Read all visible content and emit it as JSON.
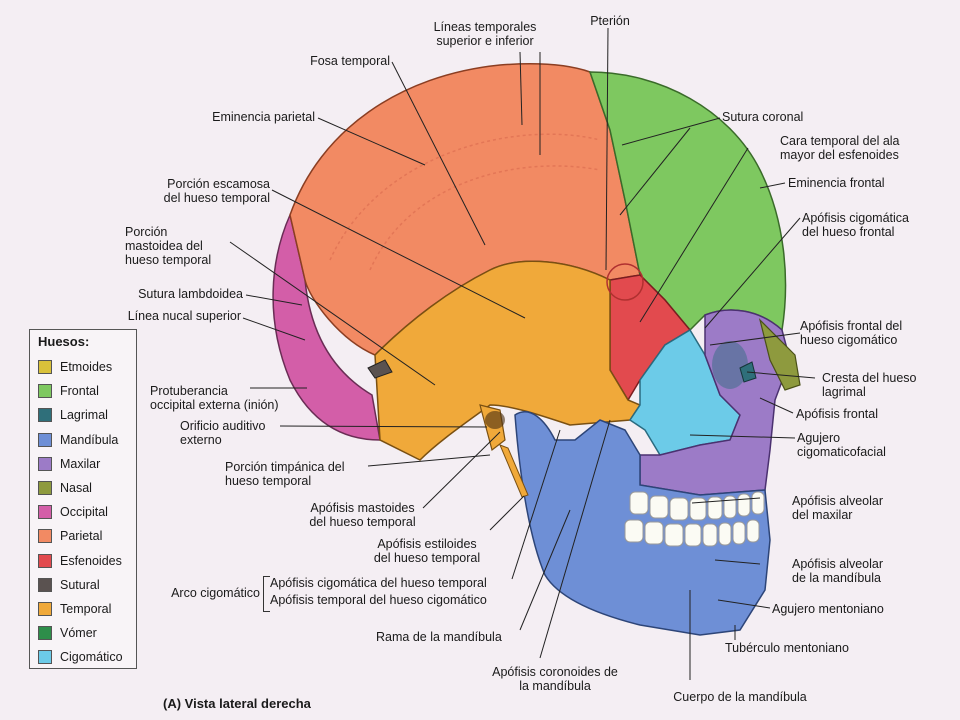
{
  "caption": "(A) Vista lateral derecha",
  "legend": {
    "title": "Huesos:",
    "items": [
      {
        "label": "Etmoides",
        "color": "#d9c13a"
      },
      {
        "label": "Frontal",
        "color": "#7ec860"
      },
      {
        "label": "Lagrimal",
        "color": "#2f6f7a"
      },
      {
        "label": "Mandíbula",
        "color": "#6e8fd6"
      },
      {
        "label": "Maxilar",
        "color": "#9c7bc7"
      },
      {
        "label": "Nasal",
        "color": "#8e9a3e"
      },
      {
        "label": "Occipital",
        "color": "#d35ea8"
      },
      {
        "label": "Parietal",
        "color": "#f28a63"
      },
      {
        "label": "Esfenoides",
        "color": "#e24a4e"
      },
      {
        "label": "Sutural",
        "color": "#5a5250"
      },
      {
        "label": "Temporal",
        "color": "#f0a93a"
      },
      {
        "label": "Vómer",
        "color": "#2e8e4a"
      },
      {
        "label": "Cigomático",
        "color": "#6ccbe8"
      }
    ]
  },
  "labels": {
    "lineas_temporales": "Líneas temporales\nsuperior e inferior",
    "pterion": "Pterión",
    "fosa_temporal": "Fosa temporal",
    "eminencia_parietal": "Eminencia parietal",
    "sutura_coronal": "Sutura coronal",
    "cara_temporal": "Cara temporal del ala\nmayor del esfenoides",
    "eminencia_frontal": "Eminencia frontal",
    "porcion_escamosa": "Porción escamosa\ndel hueso temporal",
    "apofisis_cig_frontal": "Apófisis cigomática\ndel hueso frontal",
    "porcion_mastoidea": "Porción\nmastoidea del\nhueso temporal",
    "sutura_lambdoidea": "Sutura lambdoidea",
    "linea_nucal": "Línea nucal superior",
    "apofisis_frontal_cig": "Apófisis frontal del\nhueso cigomático",
    "cresta_lagrimal": "Cresta del hueso\nlagrimal",
    "protuberancia": "Protuberancia\noccipital externa (inión)",
    "apofisis_frontal": "Apófisis frontal",
    "orificio_auditivo": "Orificio auditivo\nexterno",
    "agujero_cig": "Agujero\ncigomaticofacial",
    "porcion_timpanica": "Porción timpánica del\nhueso temporal",
    "apofisis_mastoides": "Apófisis mastoides\ndel hueso temporal",
    "apofisis_alv_max": "Apófisis alveolar\ndel maxilar",
    "apofisis_estiloides": "Apófisis estiloides\ndel hueso temporal",
    "apofisis_alv_mand": "Apófisis alveolar\nde la mandíbula",
    "arco_cigomatico": "Arco cigomático",
    "arco_1": "Apófisis cigomática del hueso temporal",
    "arco_2": "Apófisis temporal del hueso cigomático",
    "agujero_mentoniano": "Agujero mentoniano",
    "rama_mandibula": "Rama de la mandíbula",
    "tuberculo_mentoniano": "Tubérculo mentoniano",
    "apofisis_coronoides": "Apófisis coronoides de\nla mandíbula",
    "cuerpo_mandibula": "Cuerpo de la mandíbula"
  }
}
